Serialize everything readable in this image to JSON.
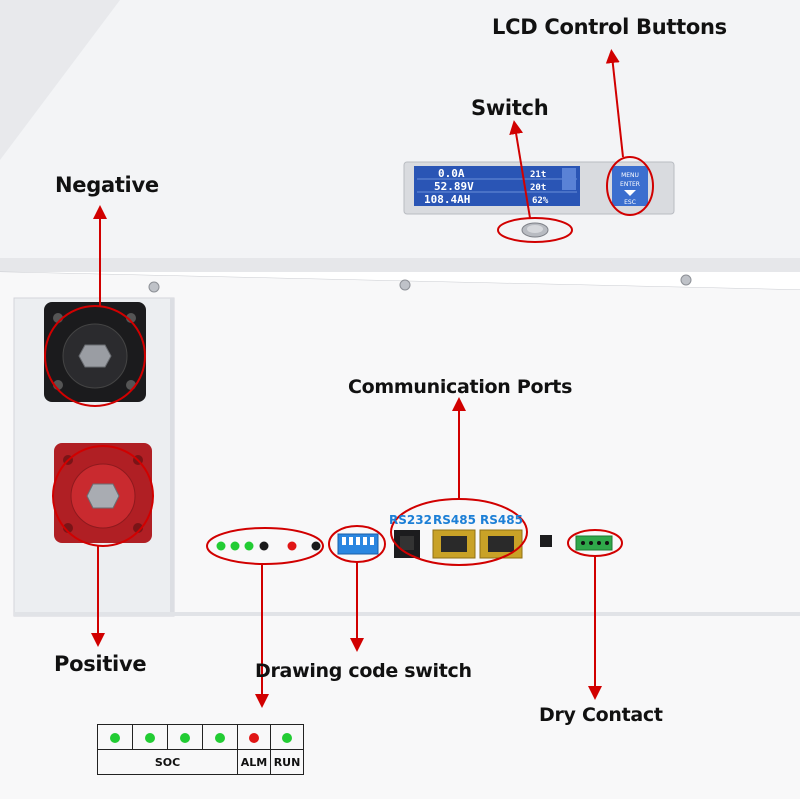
{
  "callouts": {
    "lcd_buttons": "LCD Control Buttons",
    "switch": "Switch",
    "negative": "Negative",
    "comm_ports": "Communication Ports",
    "positive": "Positive",
    "drawing_code_switch": "Drawing code switch",
    "dry_contact": "Dry Contact"
  },
  "ports": [
    "RS232",
    "RS485",
    "RS485"
  ],
  "lcd": {
    "row1": "0.0A",
    "row1_temp": "21t",
    "row2": "52.89V",
    "row2_temp": "20t",
    "row3": "108.4AH",
    "row3_pct": "62%",
    "btn_menu": "MENU",
    "btn_enter": "ENTER",
    "btn_esc": "ESC"
  },
  "legend": {
    "soc_label": "SOC",
    "alm_label": "ALM",
    "run_label": "RUN",
    "dot_colors": [
      "#22cc33",
      "#22cc33",
      "#22cc33",
      "#22cc33",
      "#e01515",
      "#22cc33"
    ]
  },
  "colors": {
    "arrow": "#d10000",
    "led_green": "#22cc33",
    "led_red": "#e01515",
    "port_label": "#1c7fd6",
    "dip_switch": "#2a86e0"
  }
}
